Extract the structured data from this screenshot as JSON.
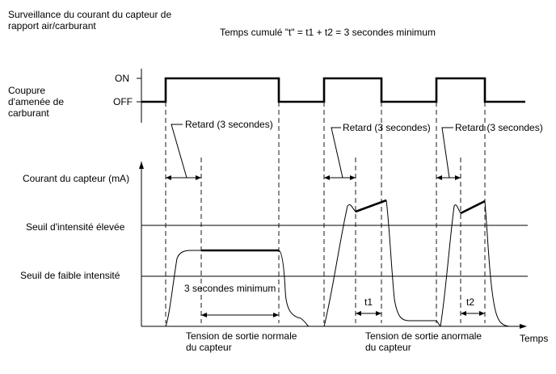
{
  "title_line1": "Surveillance du courant du capteur de",
  "title_line2": "rapport air/carburant",
  "formula": "Temps cumulé \"t\" = t1 + t2 = 3 secondes minimum",
  "fuel_cut": {
    "label_line1": "Coupure",
    "label_line2": "d'amenée de",
    "label_line3": "carburant",
    "on_label": "ON",
    "off_label": "OFF"
  },
  "delay_labels": [
    "Retard (3 secondes)",
    "Retard (3 secondes)",
    "Retard (3 secondes)"
  ],
  "current_axis_label": "Courant du capteur (mA)",
  "high_threshold_label": "Seuil d'intensité élevée",
  "low_threshold_label": "Seuil de faible intensité",
  "min_time_label": "3 secondes minimum",
  "t1_label": "t1",
  "t2_label": "t2",
  "normal_output_line1": "Tension de sortie normale",
  "normal_output_line2": "du capteur",
  "abnormal_output_line1": "Tension de sortie anormale",
  "abnormal_output_line2": "du capteur",
  "time_axis_label": "Temps"
}
